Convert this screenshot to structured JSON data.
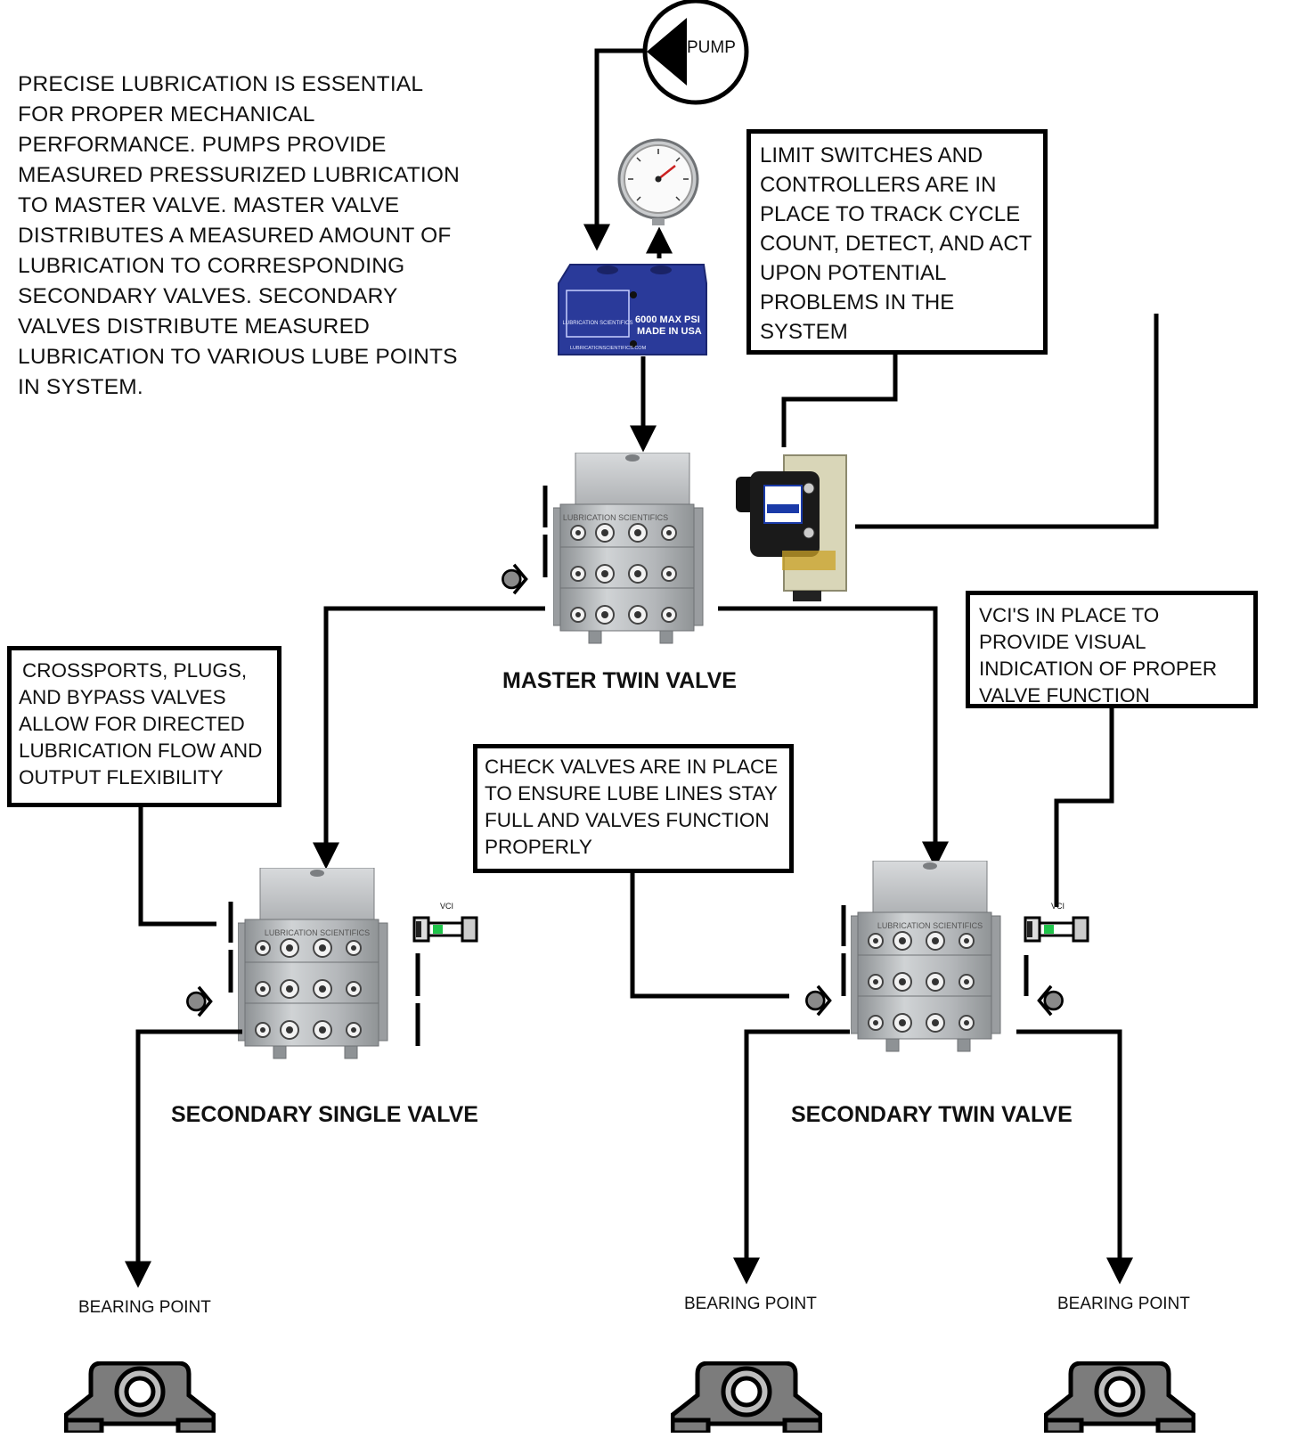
{
  "intro_text": "PRECISE LUBRICATION IS ESSENTIAL FOR PROPER MECHANICAL PERFORMANCE. PUMPS PROVIDE MEASURED PRESSURIZED LUBRICATION TO MASTER VALVE. MASTER VALVE DISTRIBUTES A MEASURED AMOUNT OF LUBRICATION TO CORRESPONDING SECONDARY VALVES. SECONDARY VALVES DISTRIBUTE MEASURED LUBRICATION TO VARIOUS LUBE POINTS IN SYSTEM.",
  "pump_label": "PUMP",
  "pump_block": {
    "line1": "6000 MAX PSI",
    "line2": "MADE IN USA",
    "website": "LUBRICATIONSCIENTIFICS.COM",
    "logo_text": "LUBRICATION SCIENTIFICS"
  },
  "callouts": {
    "limit_switch": "LIMIT SWITCHES AND CONTROLLERS ARE IN PLACE TO TRACK CYCLE COUNT, DETECT, AND ACT UPON POTENTIAL PROBLEMS IN THE SYSTEM",
    "vci": "VCI'S IN PLACE TO PROVIDE VISUAL INDICATION OF PROPER VALVE FUNCTION",
    "crossports": "CROSSPORTS, PLUGS, AND BYPASS VALVES ALLOW FOR DIRECTED LUBRICATION FLOW AND OUTPUT FLEXIBILITY",
    "check_valves": "CHECK VALVES ARE IN PLACE TO ENSURE LUBE LINES STAY FULL AND VALVES FUNCTION PROPERLY"
  },
  "valves": {
    "master": "MASTER TWIN VALVE",
    "secondary_single": "SECONDARY SINGLE VALVE",
    "secondary_twin": "SECONDARY TWIN VALVE"
  },
  "valve_engraving": "LUBRICATION SCIENTIFICS",
  "vci_tag": "VCI",
  "bearing_label": "BEARING POINT",
  "colors": {
    "pump_block_blue": "#2a3a9a",
    "valve_steel": "#b9bcbf",
    "vci_green": "#1fc44a",
    "limit_switch_tan": "#d9d6b8"
  }
}
